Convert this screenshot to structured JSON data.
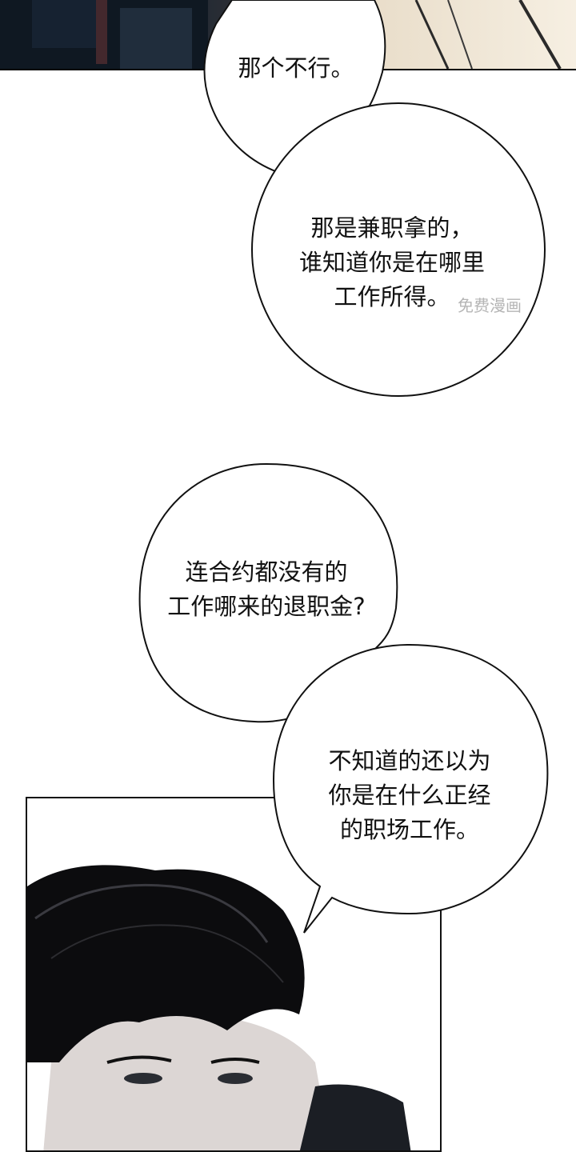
{
  "bubbles": {
    "b1": "那个不行。",
    "b2": "那是兼职拿的，\n谁知道你是在哪里\n工作所得。",
    "b3": "连合约都没有的\n工作哪来的退职金?",
    "b4": "不知道的还以为\n你是在什么正经\n的职场工作。"
  },
  "watermark": {
    "text": "免费漫画"
  },
  "colors": {
    "ink": "#111111",
    "paper": "#ffffff"
  }
}
